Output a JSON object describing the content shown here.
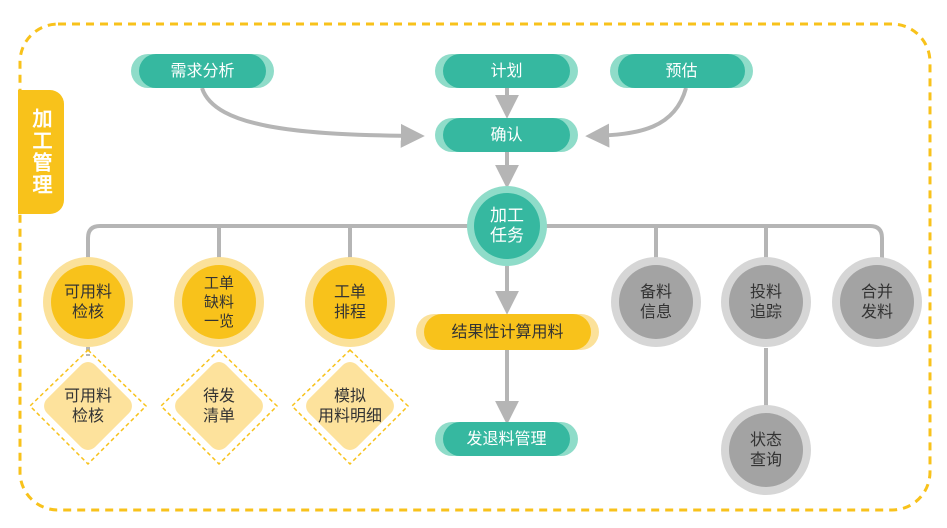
{
  "side_tab": {
    "label": "加工管理"
  },
  "top": {
    "demand": "需求分析",
    "plan": "计划",
    "estimate": "预估",
    "confirm": "确认"
  },
  "center": {
    "task": "加工\n任务",
    "result_calc": "结果性计算用料",
    "return_mgmt": "发退料管理"
  },
  "left_branches": [
    {
      "circle": "可用料\n检核",
      "diamond": "可用料\n检核"
    },
    {
      "circle": "工单\n缺料\n一览",
      "diamond": "待发\n清单"
    },
    {
      "circle": "工单\n排程",
      "diamond": "模拟\n用料明细"
    }
  ],
  "right_branches": [
    {
      "circle": "备料\n信息"
    },
    {
      "circle": "投料\n追踪",
      "child": "状态\n查询"
    },
    {
      "circle": "合并\n发料"
    }
  ],
  "colors": {
    "teal": "#36b8a0",
    "teal_light": "#8fdcc9",
    "yellow": "#f8c21b",
    "yellow_light": "#fbe19a",
    "gray": "#a3a3a3",
    "gray_light": "#d6d6d6",
    "line": "#b5b5b5",
    "frame": "#f8c21b"
  }
}
